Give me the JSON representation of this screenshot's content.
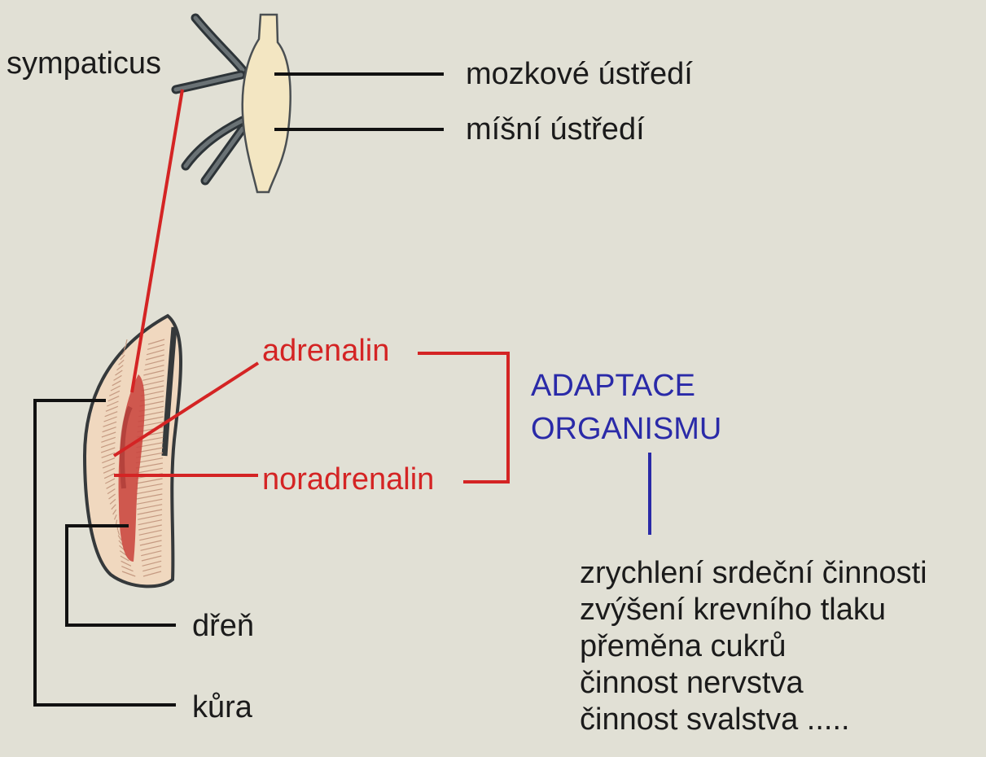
{
  "labels": {
    "sympaticus": "sympaticus",
    "brain_center": "mozkové ústředí",
    "spinal_center": "míšní ústředí",
    "adrenalin": "adrenalin",
    "noradrenalin": "noradrenalin",
    "adaptation_line1": "ADAPTACE",
    "adaptation_line2": "ORGANISMU",
    "medulla": "dřeň",
    "cortex": "kůra"
  },
  "effects": [
    "zrychlení srdeční činnosti",
    "zvýšení krevního tlaku",
    "přeměna cukrů",
    "činnost nervstva",
    "činnost svalstva ....."
  ],
  "colors": {
    "background": "#e1e0d5",
    "hormone_red": "#d42424",
    "adaptation_blue": "#2a2aa8",
    "nerve_gray": "#545b5e",
    "spinal_cord_fill": "#f3e6c2",
    "cortex_fill": "#f0d8bf",
    "medulla_fill": "#c9463f"
  }
}
